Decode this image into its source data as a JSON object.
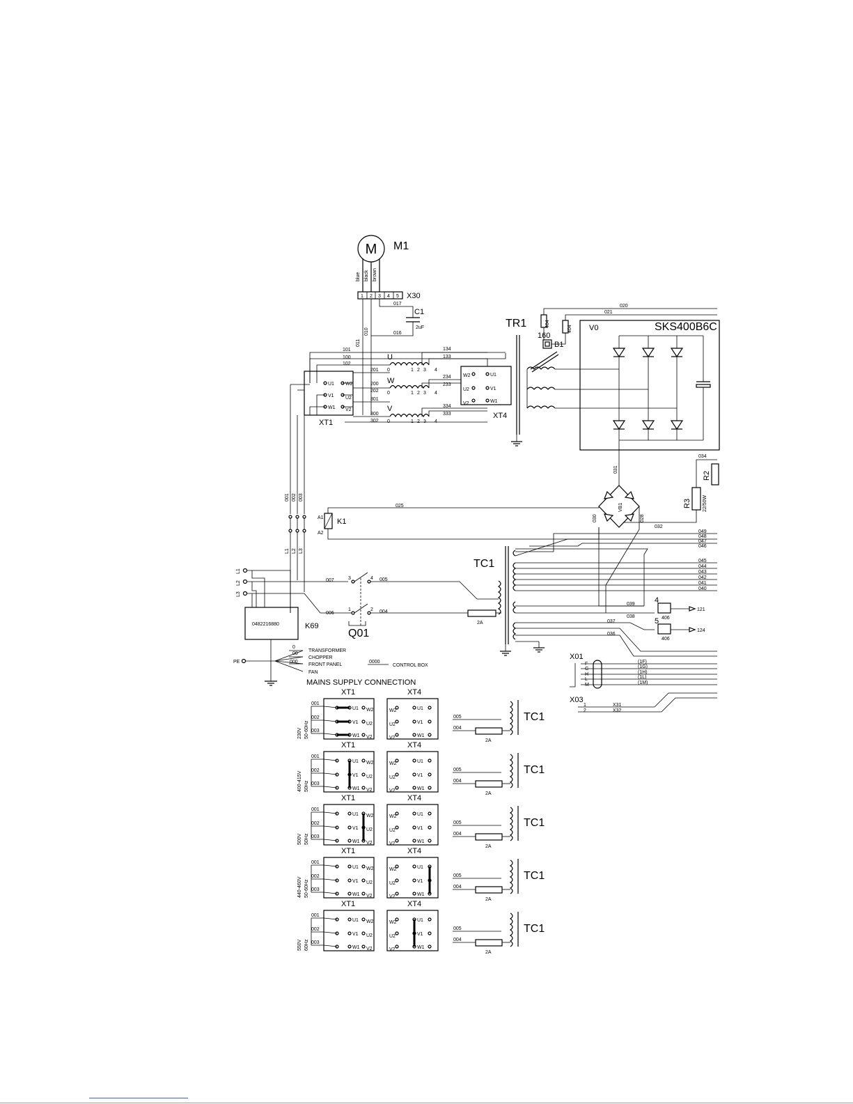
{
  "motor": {
    "symbol": "M",
    "label": "M1",
    "wires": [
      "blue",
      "black",
      "brown"
    ],
    "terminal_block": "X30",
    "pins": [
      "1",
      "2",
      "3",
      "4",
      "5"
    ]
  },
  "capacitor": {
    "label": "C1",
    "value": "2uF",
    "wires": [
      "017",
      "016"
    ]
  },
  "transformer": {
    "label": "TR1",
    "sensor": "B1",
    "sensor_value": "160",
    "wires": [
      "404",
      "404"
    ]
  },
  "rectifier": {
    "label": "SKS400B6C",
    "group": "V0"
  },
  "bridge": {
    "label": "VB1"
  },
  "resistors": {
    "r2": "R2",
    "r3": "R3",
    "r3_value": "22/50W"
  },
  "contactor": {
    "label": "K1",
    "a1": "A1",
    "a2": "A2"
  },
  "control_tc": {
    "label": "TC1",
    "fuse": "2A"
  },
  "switch": {
    "label": "Q01"
  },
  "module": {
    "label": "K69",
    "code": "0482216880"
  },
  "terminals": {
    "xt1": "XT1",
    "xt4": "XT4",
    "x01": "X01",
    "x03": "X03"
  },
  "phases": {
    "l1": "L1",
    "l2": "L2",
    "l3": "L3",
    "pe": "PE"
  },
  "coils": [
    "U",
    "W",
    "V"
  ],
  "xt_terms": {
    "u1": "U1",
    "v1": "V1",
    "w1": "W1",
    "u2": "U2",
    "v2": "V2",
    "w2": "W2"
  },
  "wire_numbers": {
    "w000": "000",
    "w00": "00",
    "w0": "0",
    "w001": "001",
    "w002": "002",
    "w003": "003",
    "w004": "004",
    "w005": "005",
    "w006": "006",
    "w007": "007",
    "w010": "010",
    "w011": "011",
    "w020": "020",
    "w021": "021",
    "w025": "025",
    "w028": "028",
    "w030": "030",
    "w031": "031",
    "w032": "032",
    "w034": "034",
    "w036": "036",
    "w037": "037",
    "w038": "038",
    "w039": "039",
    "w100": "100",
    "w101": "101",
    "w102": "102",
    "w133": "133",
    "w134": "134",
    "w200": "200",
    "w201": "201",
    "w202": "202",
    "w233": "233",
    "w234": "234",
    "w300": "300",
    "w301": "301",
    "w302": "302",
    "w333": "333",
    "w334": "334",
    "bus": [
      "049",
      "048",
      "047",
      "046",
      "045",
      "044",
      "043",
      "042",
      "041",
      "040"
    ]
  },
  "fan_legend": {
    "transformer": "TRANSFORMER",
    "chopper": "CHOPPER",
    "front_panel": "FRONT PANEL",
    "fan": "FAN",
    "control_box": "CONTROL BOX",
    "control_box_wire": "0000"
  },
  "connectors": [
    {
      "num": "4",
      "code": "406",
      "target": "121"
    },
    {
      "num": "5",
      "code": "406",
      "target": "124"
    }
  ],
  "x01_pins": [
    "F",
    "G",
    "H",
    "L",
    "M"
  ],
  "x01_wires": [
    "(1F)",
    "(1G)",
    "(1H)",
    "(1L)",
    "(1M)"
  ],
  "x03_pins": [
    "1",
    "2"
  ],
  "x03_wires": [
    "X31",
    "X32"
  ],
  "mains": {
    "title": "MAINS SUPPLY CONNECTION",
    "configs": [
      {
        "voltage": "230V",
        "freq": "50-60Hz",
        "xt1": "delta",
        "xt4": "none"
      },
      {
        "voltage": "400-415V",
        "freq": "50Hz",
        "xt1": "left",
        "xt4": "none"
      },
      {
        "voltage": "500V",
        "freq": "50Hz",
        "xt1": "right",
        "xt4": "none"
      },
      {
        "voltage": "440-460V",
        "freq": "50-60Hz",
        "xt1": "none",
        "xt4": "right"
      },
      {
        "voltage": "550V",
        "freq": "60Hz",
        "xt1": "none",
        "xt4": "middle"
      }
    ]
  }
}
